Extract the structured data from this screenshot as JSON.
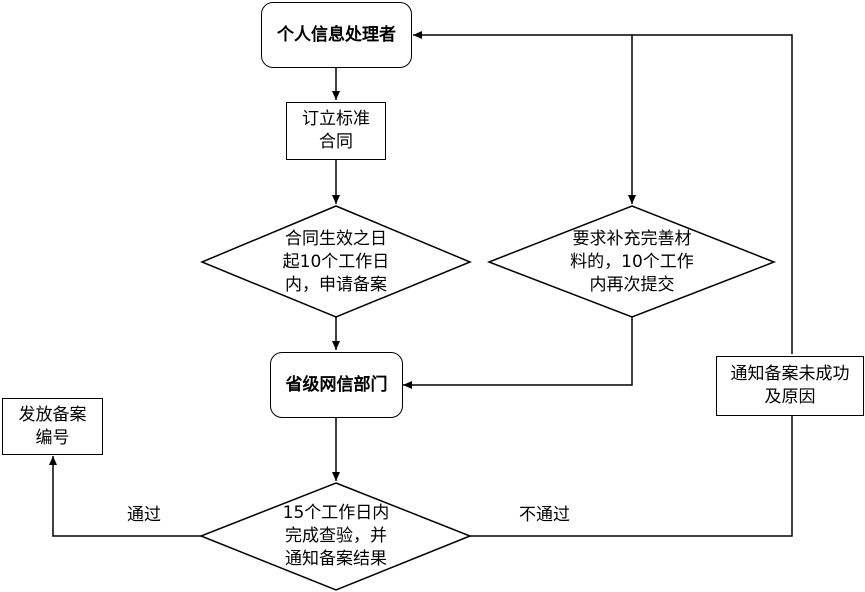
{
  "nodes": {
    "processor": "个人信息处理者",
    "standard_contract": "订立标准\n合同",
    "apply_deadline": "合同生效之日\n起10个工作日\n内，申请备案",
    "supplement": "要求补充完善材\n料的，10个工作\n内再次提交",
    "provincial_dept": "省级网信部门",
    "review": "15个工作日内\n完成查验，并\n通知备案结果",
    "issue_number": "发放备案\n编号",
    "notify_fail": "通知备案未成功\n及原因"
  },
  "edges": {
    "pass_label": "通过",
    "fail_label": "不通过"
  }
}
